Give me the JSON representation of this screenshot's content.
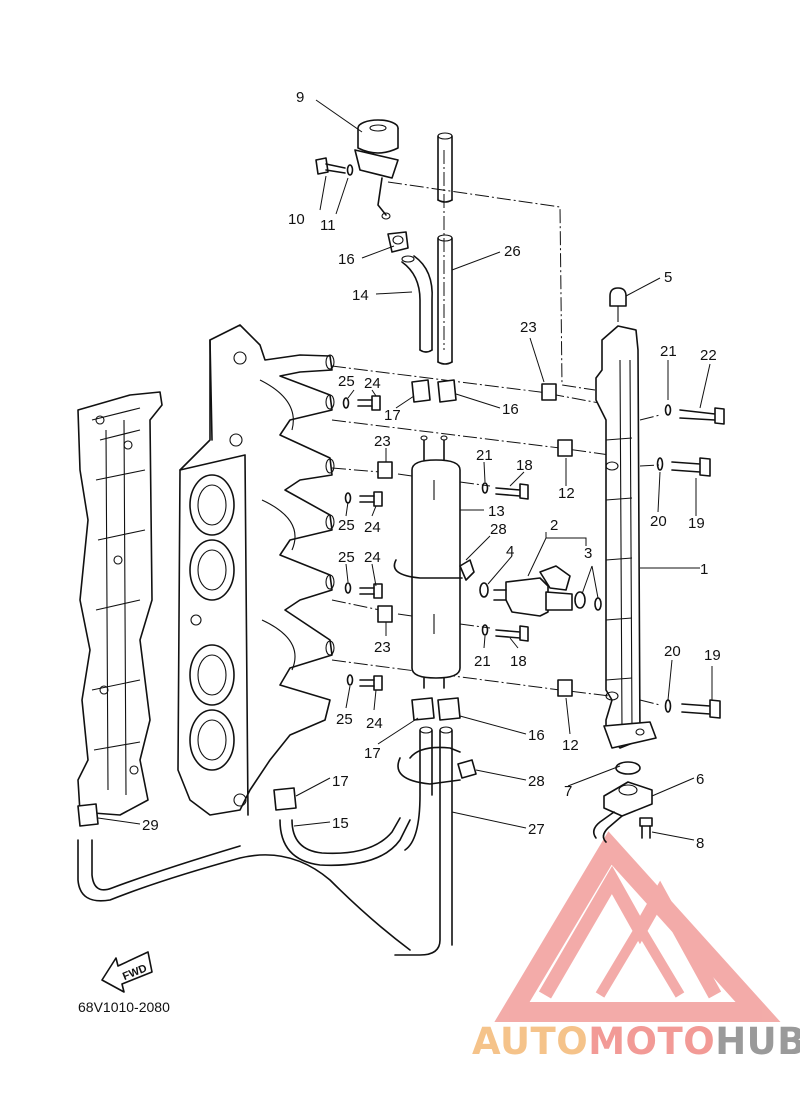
{
  "diagram": {
    "part_code": "68V1010-2080",
    "direction_label": "FWD",
    "callouts": {
      "c1": "1",
      "c2": "2",
      "c3": "3",
      "c4": "4",
      "c5": "5",
      "c6": "6",
      "c7": "7",
      "c8": "8",
      "c9": "9",
      "c10": "10",
      "c11": "11",
      "c12a": "12",
      "c12b": "12",
      "c13": "13",
      "c14": "14",
      "c15": "15",
      "c16a": "16",
      "c16b": "16",
      "c16c": "16",
      "c17a": "17",
      "c17b": "17",
      "c17c": "17",
      "c18a": "18",
      "c18b": "18",
      "c19a": "19",
      "c19b": "19",
      "c20a": "20",
      "c20b": "20",
      "c21a": "21",
      "c21b": "21",
      "c21c": "21",
      "c22": "22",
      "c23a": "23",
      "c23b": "23",
      "c23c": "23",
      "c24a": "24",
      "c24b": "24",
      "c24c": "24",
      "c24d": "24",
      "c25a": "25",
      "c25b": "25",
      "c25c": "25",
      "c25d": "25",
      "c26": "26",
      "c27": "27",
      "c28a": "28",
      "c28b": "28",
      "c29": "29"
    }
  },
  "watermark": {
    "word_auto": "AUTO",
    "word_moto": "MOTO",
    "word_hub": "HUB",
    "color_auto": "#f5c38a",
    "color_moto": "#f29a96",
    "color_hub": "#9a9a9a",
    "logo_color": "#f2a3a0"
  }
}
